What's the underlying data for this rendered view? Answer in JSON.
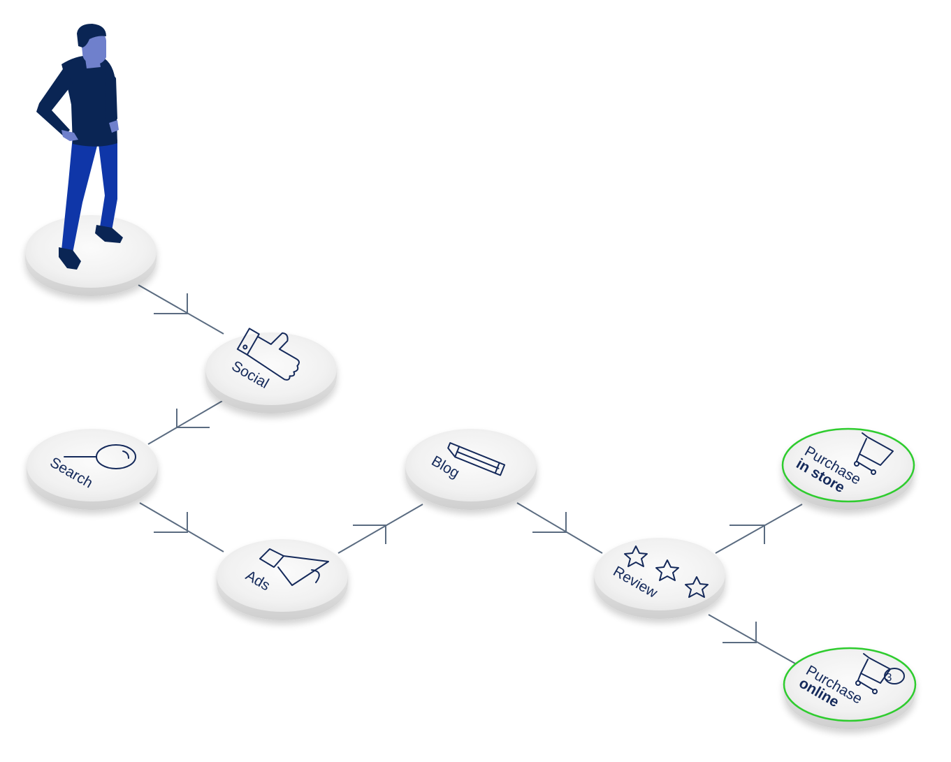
{
  "diagram": {
    "nodes": {
      "start": {
        "label": ""
      },
      "social": {
        "label": "Social",
        "icon": "thumbs-up-icon"
      },
      "search": {
        "label": "Search",
        "icon": "magnifier-icon"
      },
      "ads": {
        "label": "Ads",
        "icon": "megaphone-icon"
      },
      "blog": {
        "label": "Blog",
        "icon": "pencil-icon"
      },
      "review": {
        "label": "Review",
        "icon": "stars-icon"
      },
      "purchase_store": {
        "label_line1": "Purchase",
        "label_line2": "in store",
        "icon": "shopping-cart-icon",
        "highlight": true
      },
      "purchase_online": {
        "label_line1": "Purchase",
        "label_line2": "online",
        "icon": "shopping-cart-badge-icon",
        "badge": "3",
        "highlight": true
      }
    },
    "edges": [
      [
        "start",
        "social"
      ],
      [
        "social",
        "search"
      ],
      [
        "search",
        "ads"
      ],
      [
        "ads",
        "blog"
      ],
      [
        "blog",
        "review"
      ],
      [
        "review",
        "purchase_store"
      ],
      [
        "review",
        "purchase_online"
      ]
    ],
    "colors": {
      "navy": "#14295a",
      "connector": "#5a6b80",
      "highlight": "#2ecc2e",
      "disc_top": "#f2f2f2",
      "disc_side": "#dcdcdc",
      "skin": "#6f80cc",
      "jeans": "#0f36a8",
      "shirt": "#0a2554"
    }
  }
}
